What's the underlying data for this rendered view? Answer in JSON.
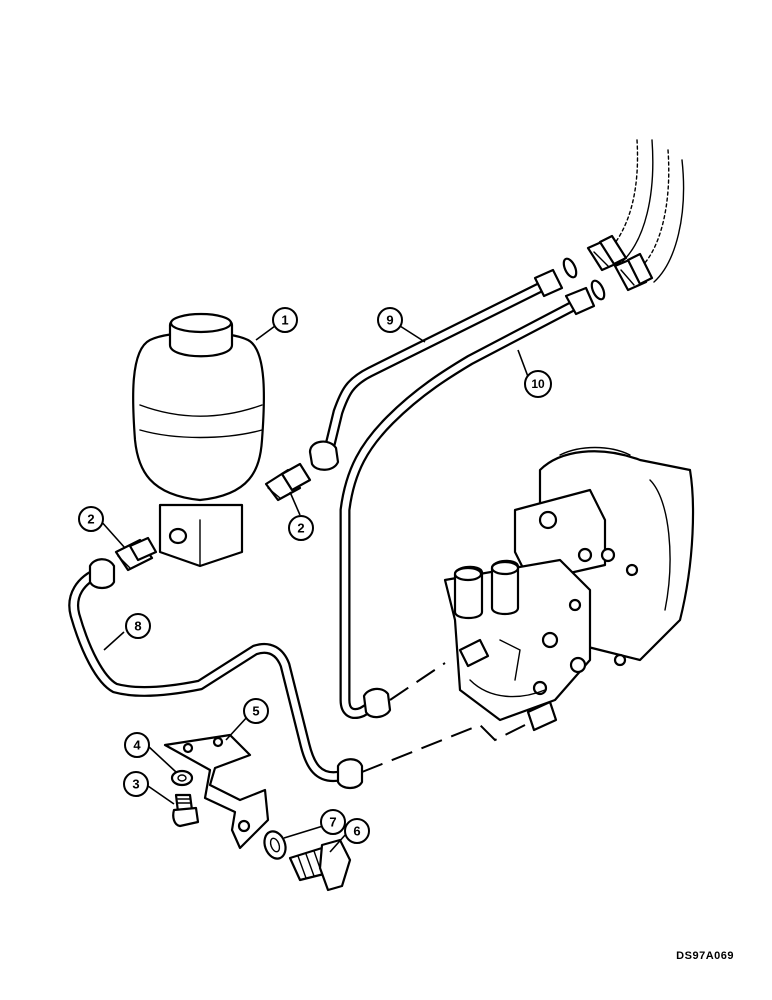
{
  "diagram": {
    "reference_code": "DS97A069",
    "callouts": [
      "1",
      "2",
      "2",
      "3",
      "4",
      "5",
      "6",
      "7",
      "8",
      "9",
      "10"
    ]
  }
}
